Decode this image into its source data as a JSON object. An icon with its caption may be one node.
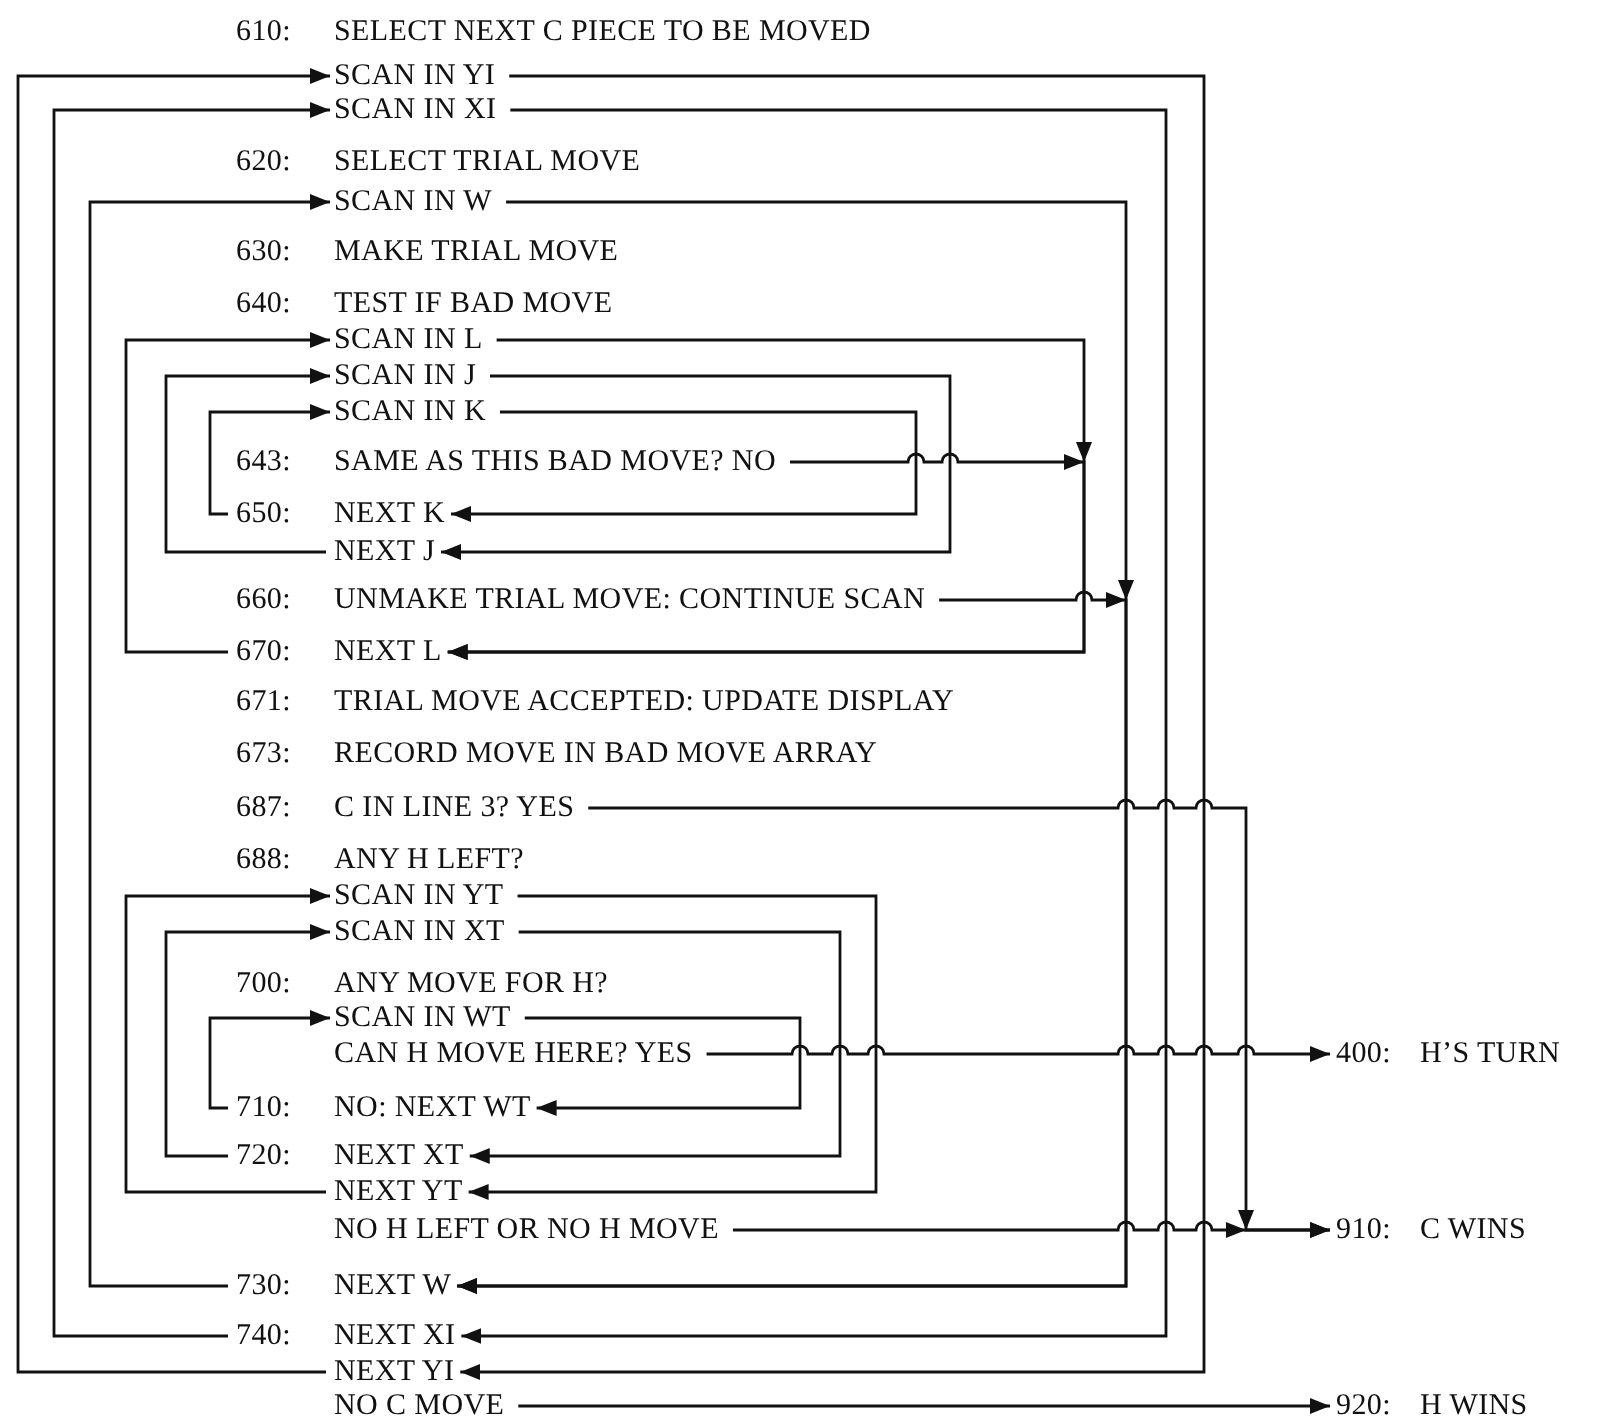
{
  "diagram": {
    "nodes": [
      {
        "text": [
          "610:",
          "SELECT NEXT C PIECE TO BE MOVED"
        ]
      },
      {
        "text": [
          "SCAN IN YI"
        ]
      },
      {
        "text": [
          "SCAN IN XI"
        ]
      },
      {
        "text": [
          "620:",
          "SELECT TRIAL MOVE"
        ]
      },
      {
        "text": [
          "SCAN IN W"
        ]
      },
      {
        "text": [
          "630:",
          "MAKE TRIAL MOVE"
        ]
      },
      {
        "text": [
          "640:",
          "TEST IF BAD MOVE"
        ]
      },
      {
        "text": [
          "SCAN IN L"
        ]
      },
      {
        "text": [
          "SCAN IN J"
        ]
      },
      {
        "text": [
          "SCAN IN K"
        ]
      },
      {
        "text": [
          "643:",
          "SAME AS THIS BAD MOVE? NO"
        ]
      },
      {
        "text": [
          "650:",
          "NEXT K"
        ]
      },
      {
        "text": [
          "NEXT J"
        ]
      },
      {
        "text": [
          "660:",
          "UNMAKE TRIAL MOVE: CONTINUE SCAN"
        ]
      },
      {
        "text": [
          "670:",
          "NEXT L"
        ]
      },
      {
        "text": [
          "671:",
          "TRIAL MOVE ACCEPTED: UPDATE DISPLAY"
        ]
      },
      {
        "text": [
          "673:",
          "RECORD MOVE IN BAD MOVE ARRAY"
        ]
      },
      {
        "text": [
          "687:",
          "C IN LINE 3? YES"
        ]
      },
      {
        "text": [
          "688:",
          "ANY H LEFT?"
        ]
      },
      {
        "text": [
          "SCAN IN YT"
        ]
      },
      {
        "text": [
          "SCAN IN XT"
        ]
      },
      {
        "text": [
          "700:",
          "ANY MOVE FOR H?"
        ]
      },
      {
        "text": [
          "SCAN IN WT"
        ]
      },
      {
        "text": [
          "CAN H MOVE HERE? YES"
        ]
      },
      {
        "text": [
          "710:",
          "NO: NEXT WT"
        ]
      },
      {
        "text": [
          "720:",
          "NEXT XT"
        ]
      },
      {
        "text": [
          "NEXT YT"
        ]
      },
      {
        "text": [
          "NO H LEFT OR NO H MOVE"
        ]
      },
      {
        "text": [
          "730:",
          "NEXT W"
        ]
      },
      {
        "text": [
          "740:",
          "NEXT XI"
        ]
      },
      {
        "text": [
          "NEXT YI"
        ]
      },
      {
        "text": [
          "NO C MOVE"
        ]
      },
      {
        "text": [
          "400:",
          "H’S TURN"
        ]
      },
      {
        "text": [
          "910:",
          "C WINS"
        ]
      },
      {
        "text": [
          "920:",
          "H WINS"
        ]
      }
    ],
    "edges": [
      {
        "from": 1,
        "to": 30,
        "arrow": "to"
      },
      {
        "from": 30,
        "to": 1,
        "arrow": "to"
      },
      {
        "from": 2,
        "to": 29,
        "arrow": "to"
      },
      {
        "from": 29,
        "to": 2,
        "arrow": "to"
      },
      {
        "from": 4,
        "to": 28,
        "arrow": "to"
      },
      {
        "from": 28,
        "to": 4,
        "arrow": "to"
      },
      {
        "from": 7,
        "to": 14,
        "arrow": "to"
      },
      {
        "from": 14,
        "to": 7,
        "arrow": "to"
      },
      {
        "from": 8,
        "to": 12,
        "arrow": "to"
      },
      {
        "from": 12,
        "to": 8,
        "arrow": "to"
      },
      {
        "from": 9,
        "to": 11,
        "arrow": "to"
      },
      {
        "from": 11,
        "to": 9,
        "arrow": "to"
      },
      {
        "from": 10,
        "to": 14,
        "arrow": "to"
      },
      {
        "from": 13,
        "to": 28,
        "arrow": "to"
      },
      {
        "from": 17,
        "to": 33,
        "arrow": "to"
      },
      {
        "from": 19,
        "to": 26,
        "arrow": "to"
      },
      {
        "from": 26,
        "to": 19,
        "arrow": "to"
      },
      {
        "from": 20,
        "to": 25,
        "arrow": "to"
      },
      {
        "from": 25,
        "to": 20,
        "arrow": "to"
      },
      {
        "from": 22,
        "to": 24,
        "arrow": "to"
      },
      {
        "from": 24,
        "to": 22,
        "arrow": "to"
      },
      {
        "from": 23,
        "to": 32,
        "arrow": "to"
      },
      {
        "from": 27,
        "to": 33,
        "arrow": "to"
      },
      {
        "from": 31,
        "to": 34,
        "arrow": "to"
      }
    ]
  }
}
